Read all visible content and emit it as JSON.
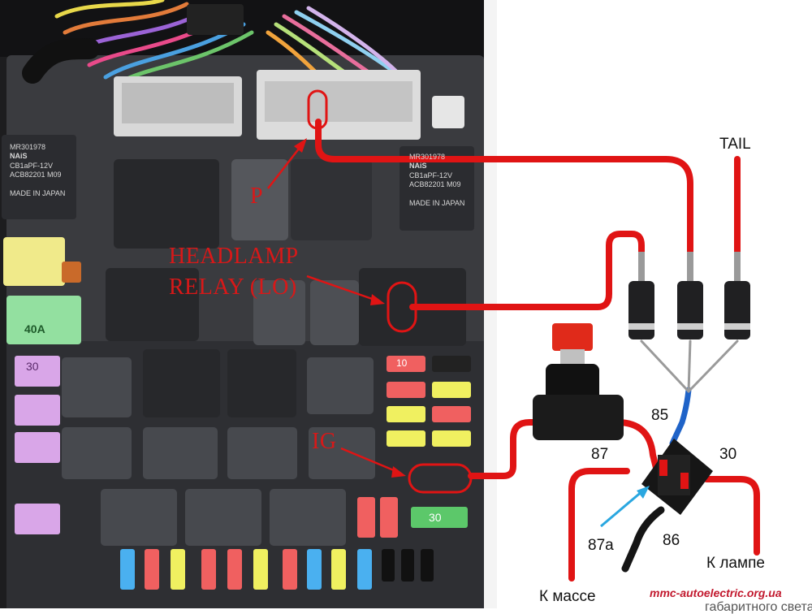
{
  "labels": {
    "p": "P",
    "headlamp_line1": "HEADLAMP",
    "headlamp_line2": "RELAY (LO)",
    "ig": "IG",
    "tail": "TAIL",
    "pin_85": "85",
    "pin_87": "87",
    "pin_30": "30",
    "pin_87a": "87a",
    "pin_86": "86",
    "to_lamp": "К лампе",
    "to_lamp_cut": "габаритного света",
    "to_ground": "К массе",
    "website": "mmc-autoelectric.org.ua"
  },
  "relay_left": {
    "line1": "MR301978",
    "brand": "NAiS",
    "line2": "CB1aPF-12V",
    "line3": "ACB82201 M09",
    "line4": "MADE IN JAPAN"
  },
  "relay_right": {
    "line1": "MR301978",
    "brand": "NAiS",
    "line2": "CB1aPF-12V",
    "line3": "ACB82201 M09",
    "line4": "MADE IN JAPAN"
  },
  "fuses": {
    "f40": "40A",
    "f30_left": "30",
    "f30_green": "30",
    "f10": "10"
  },
  "colors": {
    "wire_red": "#e01414",
    "wire_blue": "#1f63c8",
    "wire_black": "#151515",
    "label_red": "#d81818",
    "pointer_blue": "#2aa7e0"
  }
}
